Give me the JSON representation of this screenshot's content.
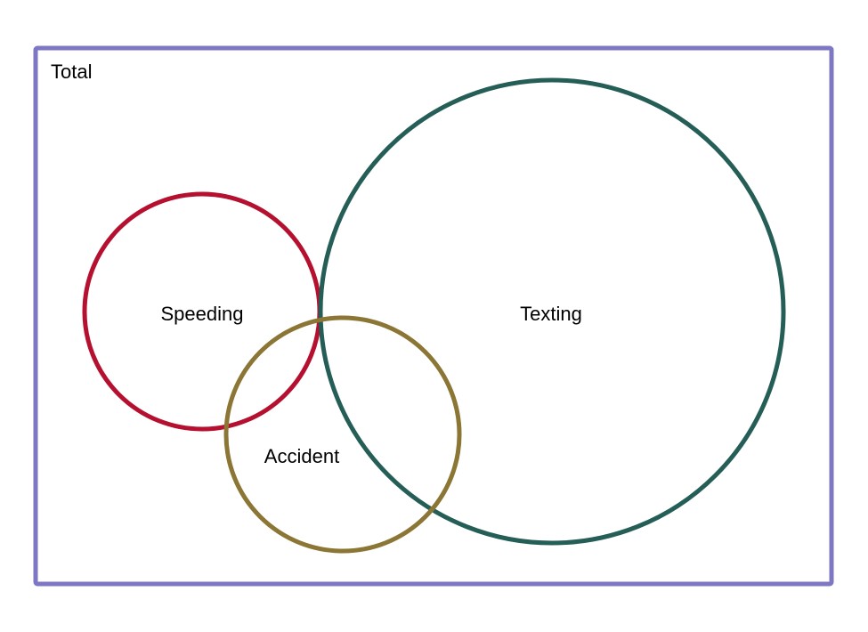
{
  "diagram": {
    "universe": {
      "label": "Total",
      "color": "#7e77c4"
    },
    "sets": [
      {
        "id": "speeding",
        "label": "Speeding",
        "color": "#b5102f"
      },
      {
        "id": "accident",
        "label": "Accident",
        "color": "#8c7635"
      },
      {
        "id": "texting",
        "label": "Texting",
        "color": "#255e56"
      }
    ]
  }
}
